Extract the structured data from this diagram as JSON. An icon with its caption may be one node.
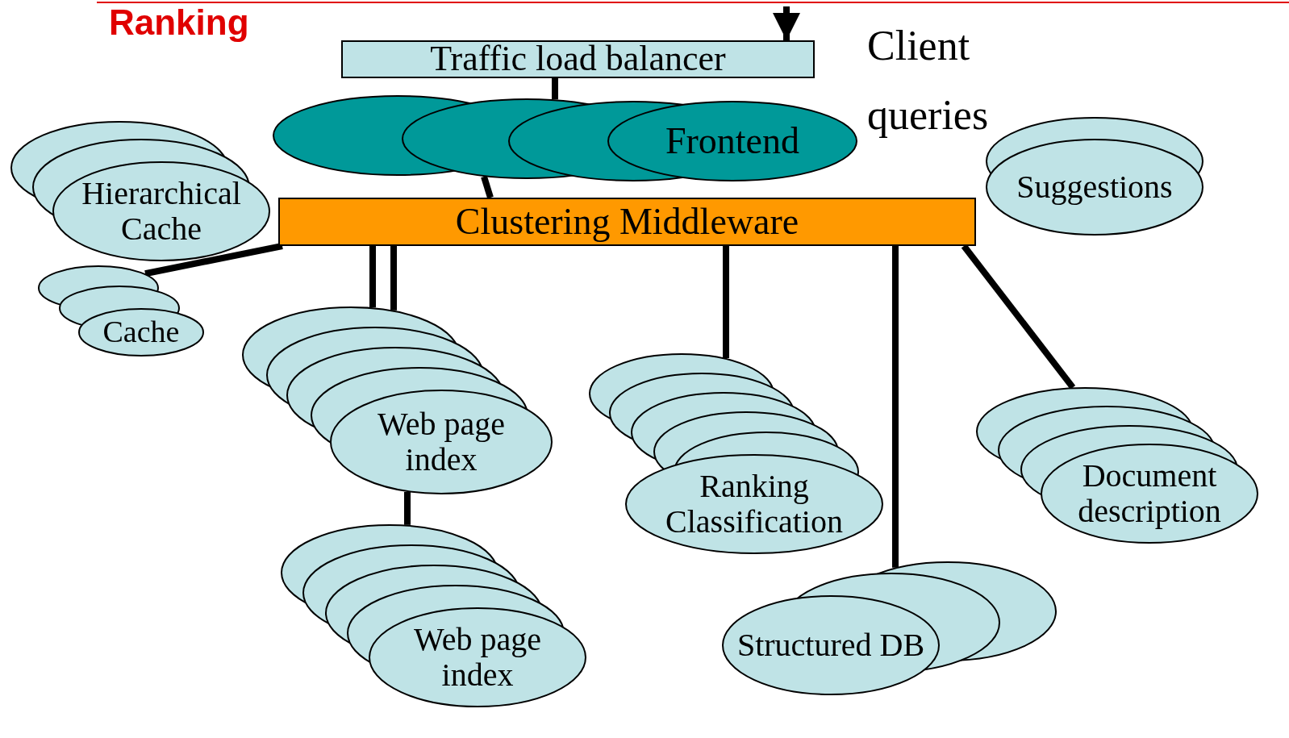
{
  "diagram": {
    "title": "Ranking",
    "nodes": [
      {
        "text": [
          "Traffic load balancer"
        ]
      },
      {
        "text": [
          "Frontend"
        ]
      },
      {
        "text": [
          "Clustering Middleware"
        ]
      },
      {
        "text": [
          "Hierarchical Cache"
        ]
      },
      {
        "text": [
          "Cache"
        ]
      },
      {
        "text": [
          "Suggestions"
        ]
      },
      {
        "text": [
          "Web page index"
        ]
      },
      {
        "text": [
          "Web page index"
        ]
      },
      {
        "text": [
          "Ranking Classification"
        ]
      },
      {
        "text": [
          "Structured DB"
        ]
      },
      {
        "text": [
          "Document description"
        ]
      }
    ],
    "edges": [
      {
        "from": null,
        "to": 0,
        "arrow": "to"
      },
      {
        "from": 0,
        "to": 1,
        "arrow": "none"
      },
      {
        "from": 1,
        "to": 2,
        "arrow": "none"
      },
      {
        "from": 2,
        "to": 4,
        "arrow": "none"
      },
      {
        "from": 2,
        "to": 6,
        "arrow": "none"
      },
      {
        "from": 2,
        "to": 6,
        "arrow": "none"
      },
      {
        "from": 6,
        "to": 7,
        "arrow": "none"
      },
      {
        "from": 2,
        "to": 8,
        "arrow": "none"
      },
      {
        "from": 2,
        "to": 9,
        "arrow": "none"
      },
      {
        "from": 2,
        "to": 10,
        "arrow": "none"
      }
    ],
    "labels": [
      "Client queries"
    ]
  }
}
